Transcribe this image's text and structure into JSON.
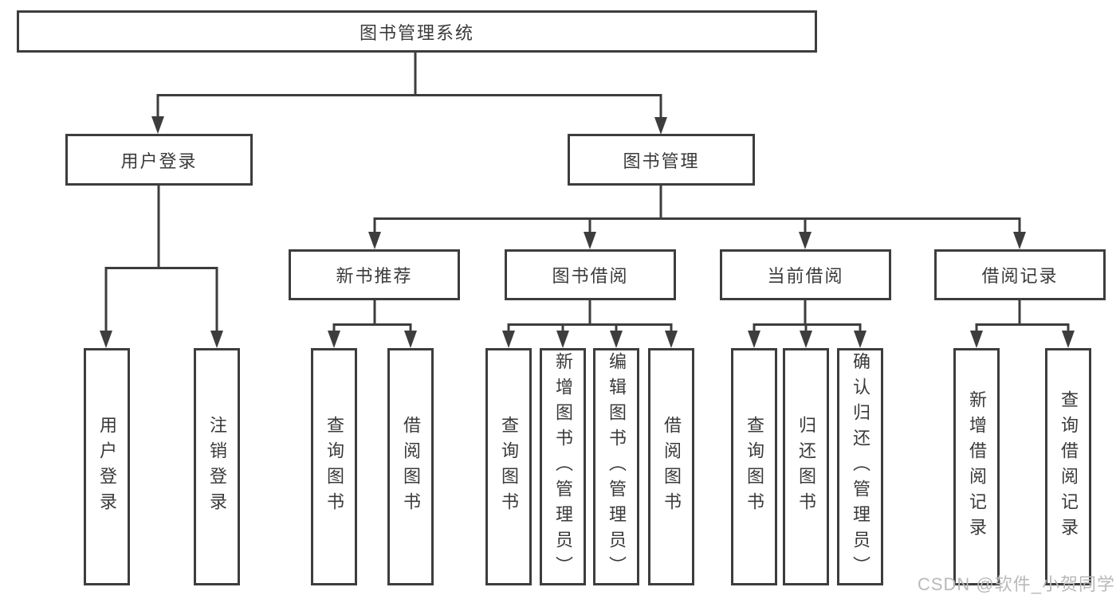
{
  "tree": {
    "root": {
      "label": "图书管理系统"
    },
    "branches": [
      {
        "label": "用户登录",
        "children": [
          {
            "label": "用户登录"
          },
          {
            "label": "注销登录"
          }
        ]
      },
      {
        "label": "图书管理",
        "children": [
          {
            "label": "新书推荐",
            "children": [
              {
                "label": "查询图书"
              },
              {
                "label": "借阅图书"
              }
            ]
          },
          {
            "label": "图书借阅",
            "children": [
              {
                "label": "查询图书"
              },
              {
                "label": "新增图书（管理员）"
              },
              {
                "label": "编辑图书（管理员）"
              },
              {
                "label": "借阅图书"
              }
            ]
          },
          {
            "label": "当前借阅",
            "children": [
              {
                "label": "查询图书"
              },
              {
                "label": "归还图书"
              },
              {
                "label": "确认归还（管理员）"
              }
            ]
          },
          {
            "label": "借阅记录",
            "children": [
              {
                "label": "新增借阅记录"
              },
              {
                "label": "查询借阅记录"
              }
            ]
          }
        ]
      }
    ]
  },
  "watermark": {
    "text": "CSDN @软件_小贺同学"
  },
  "colors": {
    "line": "#3d3d3d",
    "text": "#3a3a3a",
    "watermark": "#b9b9b9",
    "background": "#ffffff"
  }
}
